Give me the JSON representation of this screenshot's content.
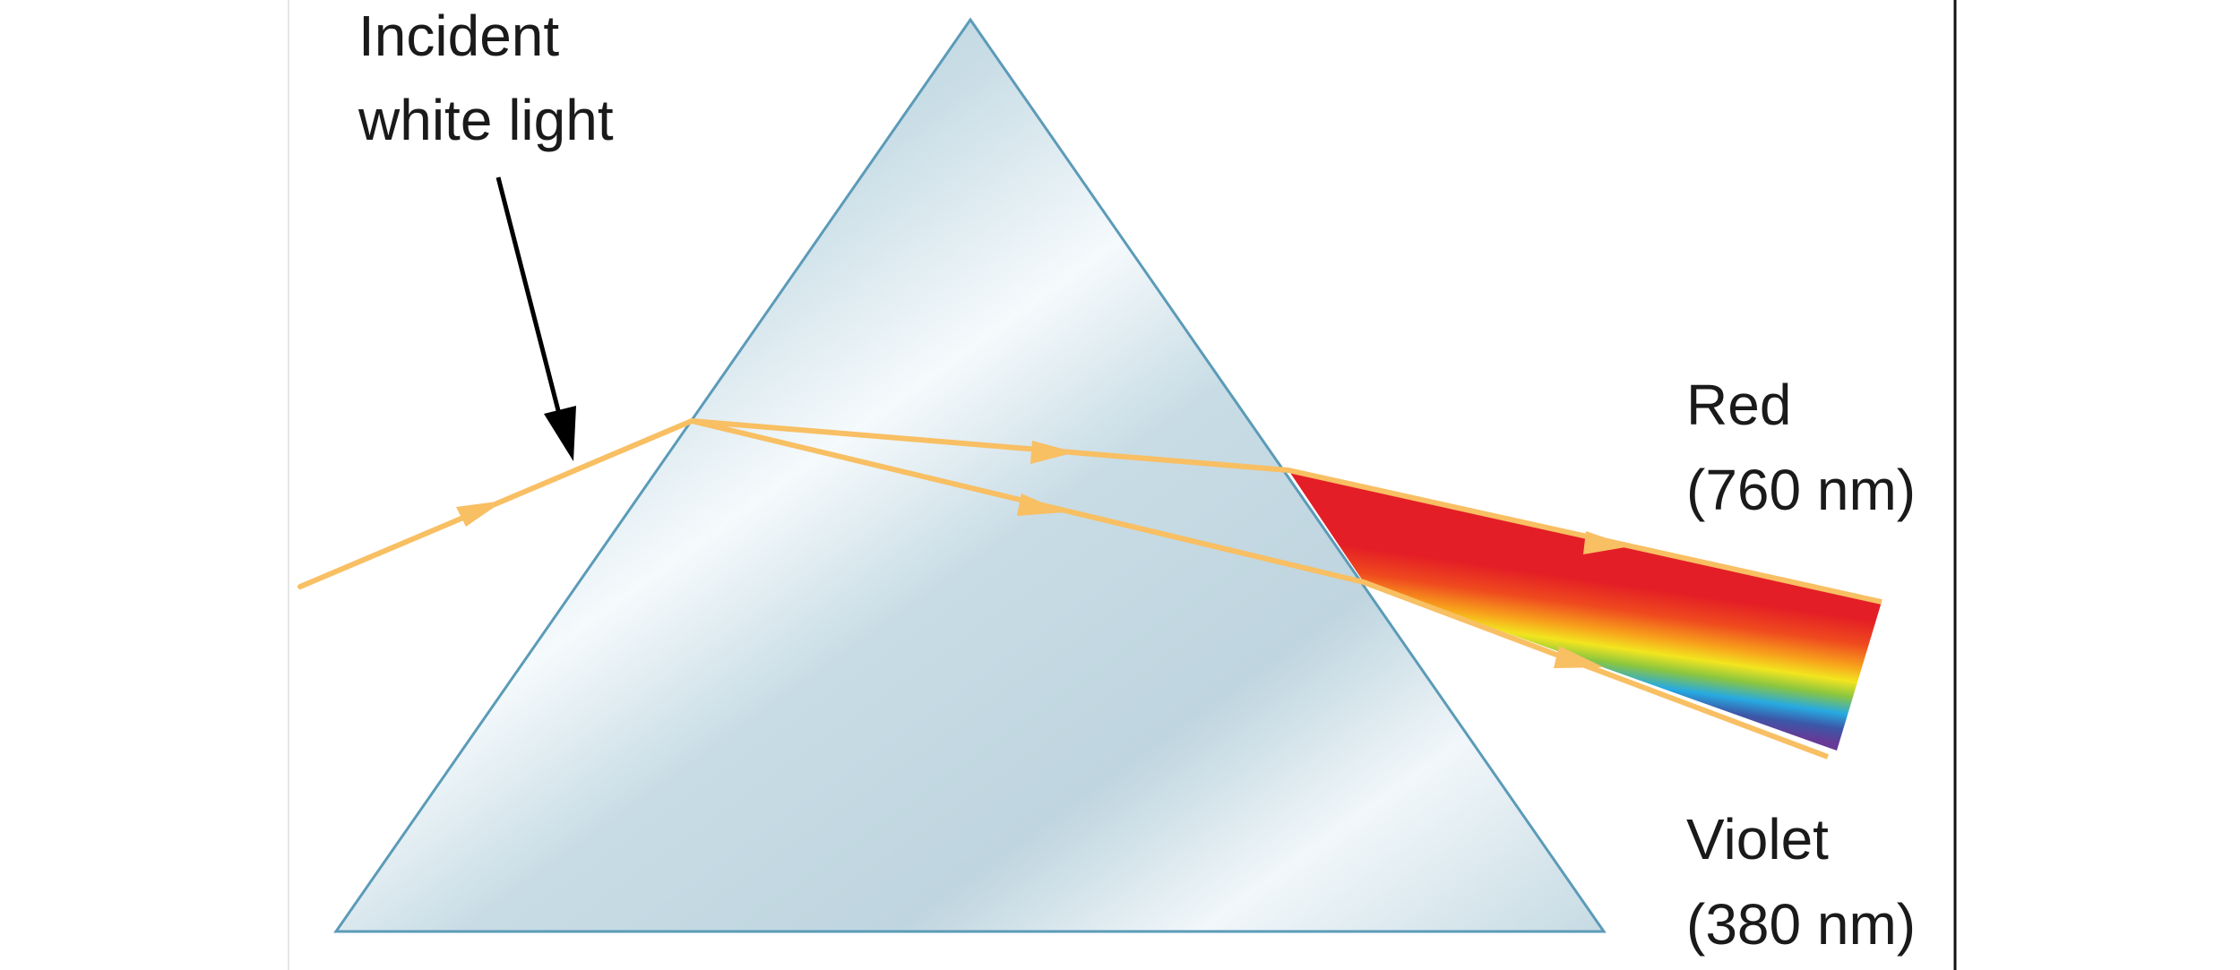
{
  "labels": {
    "incident_line1": "Incident",
    "incident_line2": "white light",
    "red_name": "Red",
    "red_wavelength": "(760 nm)",
    "violet_name": "Violet",
    "violet_wavelength": "(380 nm)"
  },
  "colors": {
    "background": "#ffffff",
    "prism_edge": "#5b9bb8",
    "prism_fill_dark": "#a9c6d4",
    "prism_fill_light": "#f7fbfd",
    "light_ray": "#f8bf63",
    "pointer_arrow": "#000000",
    "frame_line": "#000000",
    "spectrum": [
      "#e8202a",
      "#f25a1c",
      "#f7a11c",
      "#f4e41e",
      "#8dc63f",
      "#27aae1",
      "#3e54a3",
      "#6a3d98"
    ]
  }
}
